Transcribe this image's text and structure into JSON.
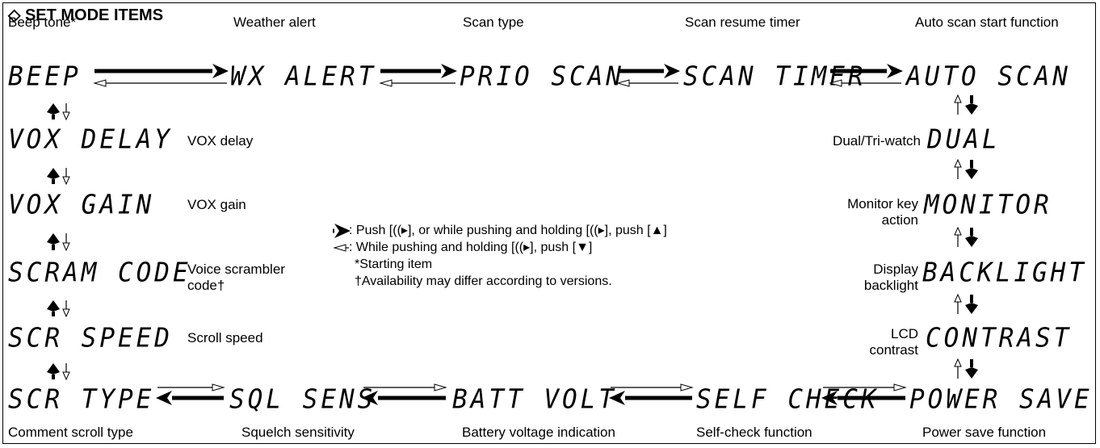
{
  "title": "◇ SET MODE ITEMS",
  "items": {
    "beep": {
      "label": "Beep tone*",
      "lcd": "BEEP"
    },
    "wx": {
      "label": "Weather alert",
      "lcd": "WX ALERT"
    },
    "scantype": {
      "label": "Scan type",
      "lcd": "PRIO SCAN"
    },
    "scantimer": {
      "label": "Scan resume timer",
      "lcd": "SCAN TIMER"
    },
    "autoscan": {
      "label": "Auto scan start function",
      "lcd": "AUTO SCAN"
    },
    "dual": {
      "label": "Dual/Tri-watch",
      "lcd": "DUAL"
    },
    "monitor": {
      "label1": "Monitor key",
      "label2": "action",
      "lcd": "MONITOR"
    },
    "backlight": {
      "label1": "Display",
      "label2": "backlight",
      "lcd": "BACKLIGHT"
    },
    "contrast": {
      "label1": "LCD",
      "label2": "contrast",
      "lcd": "CONTRAST"
    },
    "powersave": {
      "label": "Power save function",
      "lcd": "POWER SAVE"
    },
    "selfcheck": {
      "label": "Self-check function",
      "lcd": "SELF CHECK"
    },
    "battvolt": {
      "label": "Battery voltage indication",
      "lcd": "BATT VOLT"
    },
    "sqlsens": {
      "label": "Squelch sensitivity",
      "lcd": "SQL SENS"
    },
    "scrtype": {
      "label": "Comment scroll type",
      "lcd": "SCR TYPE"
    },
    "scrspeed": {
      "label": "Scroll speed",
      "lcd": "SCR SPEED"
    },
    "scramcode": {
      "label1": "Voice scrambler",
      "label2": "code†",
      "lcd": "SCRAM CODE"
    },
    "voxgain": {
      "label": "VOX gain",
      "lcd": "VOX GAIN"
    },
    "voxdelay": {
      "label": "VOX delay",
      "lcd": "VOX DELAY"
    }
  },
  "legend": {
    "forward": ": Push [((▸], or while pushing and holding [((▸], push [▲]",
    "backward": ": While pushing and holding [((▸], push [▼]",
    "starting": "*Starting item",
    "availability": "†Availability may differ according to versions."
  }
}
